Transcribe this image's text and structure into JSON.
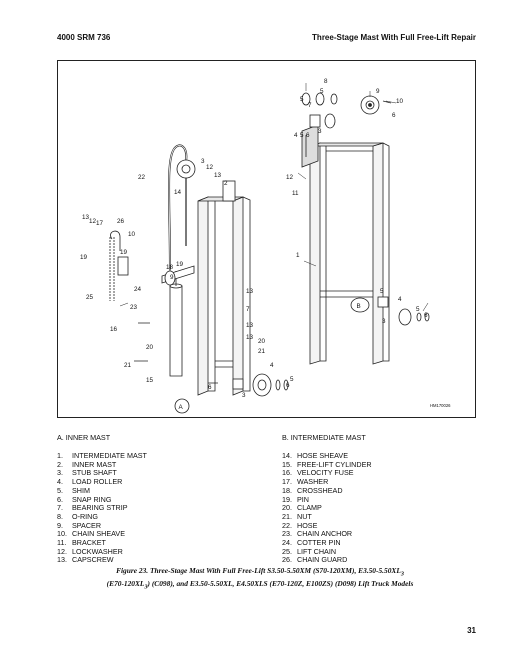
{
  "header": {
    "left": "4000 SRM 736",
    "right": "Three-Stage Mast With Full Free-Lift Repair"
  },
  "figure": {
    "callouts_a": [
      "22",
      "3",
      "12",
      "13",
      "2",
      "14",
      "13",
      "12",
      "17",
      "26",
      "10",
      "19",
      "18",
      "19",
      "19",
      "9",
      "13",
      "25",
      "24",
      "23",
      "7",
      "13",
      "16",
      "13",
      "20",
      "20",
      "21",
      "21",
      "15",
      "4",
      "5",
      "6",
      "6",
      "3"
    ],
    "callouts_b": [
      "8",
      "5",
      "7",
      "5",
      "9",
      "10",
      "6",
      "4",
      "5",
      "6",
      "3",
      "12",
      "11",
      "1",
      "5",
      "4",
      "5",
      "6",
      "3"
    ],
    "view_a": "A",
    "view_b": "B",
    "drawing_code": "HM170026"
  },
  "sections": {
    "a": "A.  INNER MAST",
    "b": "B.  INTERMEDIATE MAST"
  },
  "legend_left": [
    {
      "num": "1.",
      "text": "INTERMEDIATE MAST"
    },
    {
      "num": "2.",
      "text": "INNER MAST"
    },
    {
      "num": "3.",
      "text": "STUB SHAFT"
    },
    {
      "num": "4.",
      "text": "LOAD ROLLER"
    },
    {
      "num": "5.",
      "text": "SHIM"
    },
    {
      "num": "6.",
      "text": "SNAP RING"
    },
    {
      "num": "7.",
      "text": "BEARING STRIP"
    },
    {
      "num": "8.",
      "text": "O-RING"
    },
    {
      "num": "9.",
      "text": "SPACER"
    },
    {
      "num": "10.",
      "text": "CHAIN SHEAVE"
    },
    {
      "num": "11.",
      "text": "BRACKET"
    },
    {
      "num": "12.",
      "text": "LOCKWASHER"
    },
    {
      "num": "13.",
      "text": "CAPSCREW"
    }
  ],
  "legend_right": [
    {
      "num": "14.",
      "text": "HOSE SHEAVE"
    },
    {
      "num": "15.",
      "text": "FREE-LIFT CYLINDER"
    },
    {
      "num": "16.",
      "text": "VELOCITY FUSE"
    },
    {
      "num": "17.",
      "text": "WASHER"
    },
    {
      "num": "18.",
      "text": "CROSSHEAD"
    },
    {
      "num": "19.",
      "text": "PIN"
    },
    {
      "num": "20.",
      "text": "CLAMP"
    },
    {
      "num": "21.",
      "text": "NUT"
    },
    {
      "num": "22.",
      "text": "HOSE"
    },
    {
      "num": "23.",
      "text": "CHAIN ANCHOR"
    },
    {
      "num": "24.",
      "text": "COTTER PIN"
    },
    {
      "num": "25.",
      "text": "LIFT CHAIN"
    },
    {
      "num": "26.",
      "text": "CHAIN GUARD"
    }
  ],
  "caption": {
    "line1": "Figure 23.  Three-Stage Mast With Full Free-Lift S3.50-5.50XM (S70-120XM), E3.50-5.50XL",
    "sub1": "3",
    "line2a": "(E70-120XL",
    "sub2": "3",
    "line2b": ") (C098), and E3.50-5.50XL, E4.50XLS (E70-120Z, E100ZS) (D098) Lift Truck Models"
  },
  "page_number": "31"
}
